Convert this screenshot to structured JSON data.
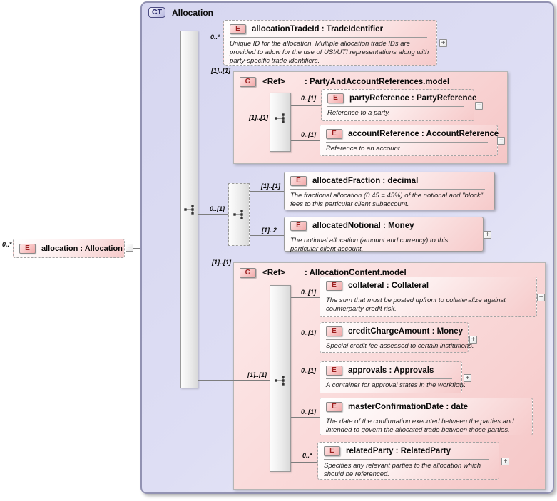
{
  "complex_type": {
    "badge": "CT",
    "title": "Allocation"
  },
  "root_element": {
    "cardinality": "0..*",
    "badge": "E",
    "title": "allocation : Allocation"
  },
  "glyphs": {
    "expand": "+",
    "collapse": "−"
  },
  "nodes": {
    "allocation_trade_id": {
      "cardinality": "0..*",
      "badge": "E",
      "title": "allocationTradeId : TradeIdentifier",
      "annotation": "Unique ID for the allocation. Multiple allocation trade IDs are provided to allow for the use of USI/UTI representations along with party-specific trade identifiers."
    },
    "party_group": {
      "cardinality": "[1]..[1]",
      "badge": "G",
      "ref": "<Ref>",
      "title": ": PartyAndAccountReferences.model",
      "sequence_cardinality": "[1]..[1]"
    },
    "party_reference": {
      "cardinality": "0..[1]",
      "badge": "E",
      "title": "partyReference : PartyReference",
      "annotation": "Reference to a party."
    },
    "account_reference": {
      "cardinality": "0..[1]",
      "badge": "E",
      "title": "accountReference : AccountReference",
      "annotation": "Reference to an account."
    },
    "allocation_choice": {
      "cardinality": "0..[1]"
    },
    "allocated_fraction": {
      "cardinality": "[1]..[1]",
      "badge": "E",
      "title": "allocatedFraction : decimal",
      "annotation": "The fractional allocation (0.45 = 45%) of the notional and \"block\" fees to this particular client subaccount."
    },
    "allocated_notional": {
      "cardinality": "[1]..2",
      "badge": "E",
      "title": "allocatedNotional : Money",
      "annotation": "The notional allocation (amount and currency) to this particular client account."
    },
    "content_group": {
      "cardinality": "[1]..[1]",
      "badge": "G",
      "ref": "<Ref>",
      "title": ": AllocationContent.model",
      "sequence_cardinality": "[1]..[1]"
    },
    "collateral": {
      "cardinality": "0..[1]",
      "badge": "E",
      "title": "collateral : Collateral",
      "annotation": "The sum that must be posted upfront to collateralize against counterparty credit risk."
    },
    "credit_charge_amount": {
      "cardinality": "0..[1]",
      "badge": "E",
      "title": "creditChargeAmount : Money",
      "annotation": "Special credit fee assessed to certain institutions."
    },
    "approvals": {
      "cardinality": "0..[1]",
      "badge": "E",
      "title": "approvals : Approvals",
      "annotation": "A container for approval states in the workflow."
    },
    "master_confirmation_date": {
      "cardinality": "0..[1]",
      "badge": "E",
      "title": "masterConfirmationDate : date",
      "annotation": "The date of the confirmation executed between the parties and intended to govern the allocated trade between those parties."
    },
    "related_party": {
      "cardinality": "0..*",
      "badge": "E",
      "title": "relatedParty : RelatedParty",
      "annotation": "Specifies any relevant parties to the allocation which should be referenced."
    }
  },
  "colors": {
    "container_bg": "#dcdcf4",
    "element_pink": "#f6caca",
    "badge_bg": "#f2a9a9",
    "badge_text": "#9c1f1f",
    "ct_badge_text": "#26266b",
    "border_gray": "#9a9a9a"
  }
}
